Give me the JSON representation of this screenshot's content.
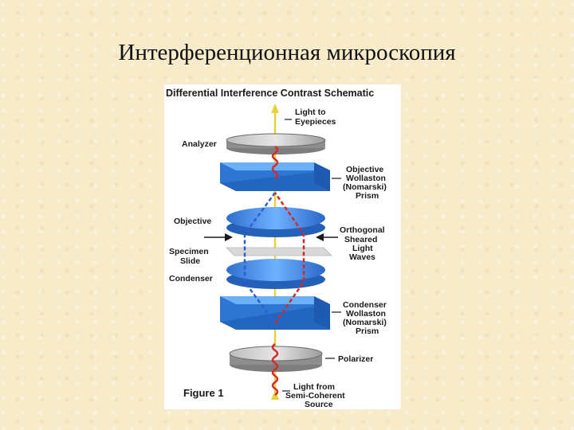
{
  "slide": {
    "title": "Интерференционная микроскопия"
  },
  "figure": {
    "title": "Differential Interference Contrast Schematic",
    "caption": "Figure 1",
    "labels": {
      "light_to_1": "Light to",
      "light_to_2": "Eyepieces",
      "analyzer": "Analyzer",
      "obj_wollaston_1": "Objective",
      "obj_wollaston_2": "Wollaston",
      "obj_wollaston_3": "(Nomarski)",
      "obj_wollaston_4": "Prism",
      "objective": "Objective",
      "orthogonal_1": "Orthogonal",
      "orthogonal_2": "Sheared",
      "orthogonal_3": "Light",
      "orthogonal_4": "Waves",
      "specimen_1": "Specimen",
      "specimen_2": "Slide",
      "condenser": "Condenser",
      "cond_wollaston_1": "Condenser",
      "cond_wollaston_2": "Wollaston",
      "cond_wollaston_3": "(Nomarski)",
      "cond_wollaston_4": "Prism",
      "polarizer": "Polarizer",
      "light_from_1": "Light from",
      "light_from_2": "Semi-Coherent",
      "light_from_3": "Source"
    },
    "colors": {
      "prism": "#3f8fe0",
      "lens": "#3b84e6",
      "wave_red": "#d22b2b",
      "wave_blue": "#2b5fd2",
      "wave_yellow": "#e8d23a",
      "filter": "#9a9a9a"
    }
  }
}
